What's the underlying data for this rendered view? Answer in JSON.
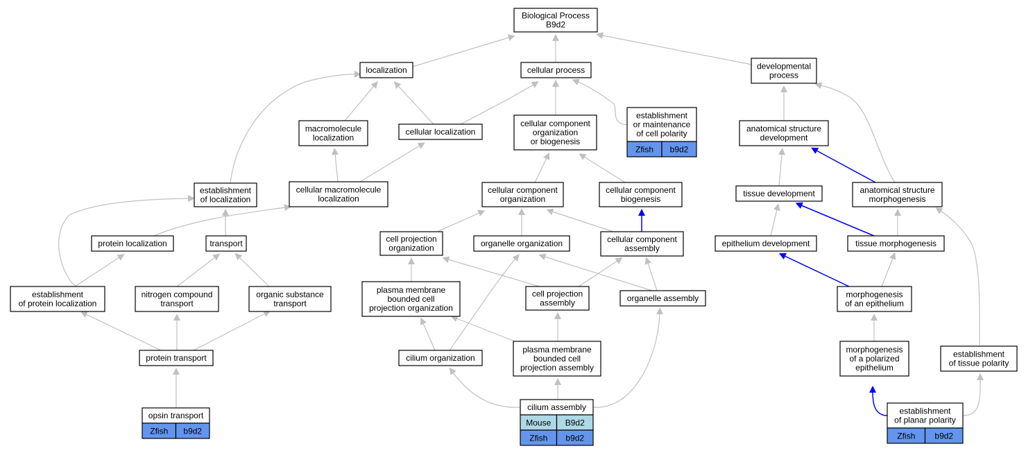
{
  "colors": {
    "edge_gray": "#c0c0c0",
    "edge_blue": "#0000ff",
    "node_border": "#000000",
    "zfish_fill": "#6495ed",
    "mouse_fill": "#add8e6"
  },
  "nodes": [
    {
      "id": "biological_process",
      "lines": [
        "Biological Process",
        "B9d2"
      ]
    },
    {
      "id": "localization",
      "lines": [
        "localization"
      ]
    },
    {
      "id": "cellular_process",
      "lines": [
        "cellular process"
      ]
    },
    {
      "id": "developmental_process",
      "lines": [
        "developmental",
        "process"
      ]
    },
    {
      "id": "macromolecule_localization",
      "lines": [
        "macromolecule",
        "localization"
      ]
    },
    {
      "id": "cellular_localization",
      "lines": [
        "cellular localization"
      ]
    },
    {
      "id": "ccob",
      "lines": [
        "cellular component",
        "organization",
        "or biogenesis"
      ]
    },
    {
      "id": "est_maint_polarity",
      "lines": [
        "establishment",
        "or maintenance",
        "of cell polarity"
      ]
    },
    {
      "id": "anat_struct_dev",
      "lines": [
        "anatomical structure",
        "development"
      ]
    },
    {
      "id": "est_localization",
      "lines": [
        "establishment",
        "of localization"
      ]
    },
    {
      "id": "cell_macro_loc",
      "lines": [
        "cellular macromolecule",
        "localization"
      ]
    },
    {
      "id": "cc_organization",
      "lines": [
        "cellular component",
        "organization"
      ]
    },
    {
      "id": "cc_biogenesis",
      "lines": [
        "cellular component",
        "biogenesis"
      ]
    },
    {
      "id": "tissue_dev",
      "lines": [
        "tissue development"
      ]
    },
    {
      "id": "anat_morph",
      "lines": [
        "anatomical structure",
        "morphogenesis"
      ]
    },
    {
      "id": "protein_loc",
      "lines": [
        "protein localization"
      ]
    },
    {
      "id": "transport",
      "lines": [
        "transport"
      ]
    },
    {
      "id": "cell_proj_org",
      "lines": [
        "cell projection",
        "organization"
      ]
    },
    {
      "id": "organelle_org",
      "lines": [
        "organelle organization"
      ]
    },
    {
      "id": "cc_assembly",
      "lines": [
        "cellular component",
        "assembly"
      ]
    },
    {
      "id": "epith_dev",
      "lines": [
        "epithelium development"
      ]
    },
    {
      "id": "tissue_morph",
      "lines": [
        "tissue morphogenesis"
      ]
    },
    {
      "id": "est_protein_loc",
      "lines": [
        "establishment",
        "of protein localization"
      ]
    },
    {
      "id": "nitrogen_transport",
      "lines": [
        "nitrogen compound",
        "transport"
      ]
    },
    {
      "id": "organic_transport",
      "lines": [
        "organic substance",
        "transport"
      ]
    },
    {
      "id": "pmbcpo",
      "lines": [
        "plasma membrane",
        "bounded cell",
        "projection organization"
      ]
    },
    {
      "id": "cell_proj_assembly",
      "lines": [
        "cell projection",
        "assembly"
      ]
    },
    {
      "id": "organelle_assembly",
      "lines": [
        "organelle assembly"
      ]
    },
    {
      "id": "morph_epith",
      "lines": [
        "morphogenesis",
        "of an epithelium"
      ]
    },
    {
      "id": "protein_transport",
      "lines": [
        "protein transport"
      ]
    },
    {
      "id": "cilium_org",
      "lines": [
        "cilium organization"
      ]
    },
    {
      "id": "pmbcpa",
      "lines": [
        "plasma membrane",
        "bounded cell",
        "projection assembly"
      ]
    },
    {
      "id": "morph_polarized",
      "lines": [
        "morphogenesis",
        "of a polarized",
        "epithelium"
      ]
    },
    {
      "id": "est_tissue_polarity",
      "lines": [
        "establishment",
        "of tissue polarity"
      ]
    },
    {
      "id": "opsin_transport",
      "lines": [
        "opsin transport"
      ]
    },
    {
      "id": "cilium_assembly",
      "lines": [
        "cilium assembly"
      ]
    },
    {
      "id": "est_planar_polarity",
      "lines": [
        "establishment",
        "of planar polarity"
      ]
    }
  ],
  "annotations": [
    {
      "node": "est_maint_polarity",
      "rows": [
        {
          "species": "Zfish",
          "gene": "b9d2",
          "color": "#6495ed"
        }
      ]
    },
    {
      "node": "opsin_transport",
      "rows": [
        {
          "species": "Zfish",
          "gene": "b9d2",
          "color": "#6495ed"
        }
      ]
    },
    {
      "node": "cilium_assembly",
      "rows": [
        {
          "species": "Mouse",
          "gene": "B9d2",
          "color": "#add8e6"
        },
        {
          "species": "Zfish",
          "gene": "b9d2",
          "color": "#6495ed"
        }
      ]
    },
    {
      "node": "est_planar_polarity",
      "rows": [
        {
          "species": "Zfish",
          "gene": "b9d2",
          "color": "#6495ed"
        }
      ]
    }
  ],
  "edges": [
    {
      "from": "localization",
      "to": "biological_process",
      "relation": "is_a"
    },
    {
      "from": "cellular_process",
      "to": "biological_process",
      "relation": "is_a"
    },
    {
      "from": "developmental_process",
      "to": "biological_process",
      "relation": "is_a"
    },
    {
      "from": "macromolecule_localization",
      "to": "localization",
      "relation": "is_a"
    },
    {
      "from": "cellular_localization",
      "to": "localization",
      "relation": "is_a"
    },
    {
      "from": "cellular_localization",
      "to": "cellular_process",
      "relation": "is_a"
    },
    {
      "from": "ccob",
      "to": "cellular_process",
      "relation": "is_a"
    },
    {
      "from": "est_maint_polarity",
      "to": "cellular_process",
      "relation": "is_a"
    },
    {
      "from": "anat_struct_dev",
      "to": "developmental_process",
      "relation": "is_a"
    },
    {
      "from": "anat_morph",
      "to": "developmental_process",
      "relation": "is_a"
    },
    {
      "from": "est_localization",
      "to": "localization",
      "relation": "is_a"
    },
    {
      "from": "cell_macro_loc",
      "to": "macromolecule_localization",
      "relation": "is_a"
    },
    {
      "from": "cell_macro_loc",
      "to": "cellular_localization",
      "relation": "is_a"
    },
    {
      "from": "cc_organization",
      "to": "ccob",
      "relation": "is_a"
    },
    {
      "from": "cc_biogenesis",
      "to": "ccob",
      "relation": "is_a"
    },
    {
      "from": "tissue_dev",
      "to": "anat_struct_dev",
      "relation": "is_a"
    },
    {
      "from": "anat_morph",
      "to": "anat_struct_dev",
      "relation": "part_of"
    },
    {
      "from": "protein_loc",
      "to": "cell_macro_loc",
      "relation": "is_a"
    },
    {
      "from": "transport",
      "to": "est_localization",
      "relation": "is_a"
    },
    {
      "from": "est_protein_loc",
      "to": "est_localization",
      "relation": "is_a"
    },
    {
      "from": "cell_proj_org",
      "to": "cc_organization",
      "relation": "is_a"
    },
    {
      "from": "organelle_org",
      "to": "cc_organization",
      "relation": "is_a"
    },
    {
      "from": "cc_assembly",
      "to": "cc_organization",
      "relation": "is_a"
    },
    {
      "from": "cc_assembly",
      "to": "cc_biogenesis",
      "relation": "part_of"
    },
    {
      "from": "epith_dev",
      "to": "tissue_dev",
      "relation": "is_a"
    },
    {
      "from": "tissue_morph",
      "to": "tissue_dev",
      "relation": "part_of"
    },
    {
      "from": "tissue_morph",
      "to": "anat_morph",
      "relation": "is_a"
    },
    {
      "from": "est_tissue_polarity",
      "to": "anat_morph",
      "relation": "is_a"
    },
    {
      "from": "est_protein_loc",
      "to": "protein_loc",
      "relation": "is_a"
    },
    {
      "from": "nitrogen_transport",
      "to": "transport",
      "relation": "is_a"
    },
    {
      "from": "organic_transport",
      "to": "transport",
      "relation": "is_a"
    },
    {
      "from": "pmbcpo",
      "to": "cell_proj_org",
      "relation": "is_a"
    },
    {
      "from": "cell_proj_assembly",
      "to": "cell_proj_org",
      "relation": "is_a"
    },
    {
      "from": "cell_proj_assembly",
      "to": "cc_assembly",
      "relation": "is_a"
    },
    {
      "from": "organelle_assembly",
      "to": "organelle_org",
      "relation": "is_a"
    },
    {
      "from": "organelle_assembly",
      "to": "cc_assembly",
      "relation": "is_a"
    },
    {
      "from": "morph_epith",
      "to": "epith_dev",
      "relation": "part_of"
    },
    {
      "from": "morph_epith",
      "to": "tissue_morph",
      "relation": "is_a"
    },
    {
      "from": "protein_transport",
      "to": "est_protein_loc",
      "relation": "is_a"
    },
    {
      "from": "protein_transport",
      "to": "nitrogen_transport",
      "relation": "is_a"
    },
    {
      "from": "protein_transport",
      "to": "organic_transport",
      "relation": "is_a"
    },
    {
      "from": "cilium_org",
      "to": "pmbcpo",
      "relation": "is_a"
    },
    {
      "from": "cilium_org",
      "to": "organelle_org",
      "relation": "is_a"
    },
    {
      "from": "pmbcpa",
      "to": "pmbcpo",
      "relation": "is_a"
    },
    {
      "from": "pmbcpa",
      "to": "cell_proj_assembly",
      "relation": "is_a"
    },
    {
      "from": "morph_polarized",
      "to": "morph_epith",
      "relation": "is_a"
    },
    {
      "from": "opsin_transport",
      "to": "protein_transport",
      "relation": "is_a"
    },
    {
      "from": "cilium_assembly",
      "to": "cilium_org",
      "relation": "is_a"
    },
    {
      "from": "cilium_assembly",
      "to": "pmbcpa",
      "relation": "is_a"
    },
    {
      "from": "cilium_assembly",
      "to": "organelle_assembly",
      "relation": "is_a"
    },
    {
      "from": "est_planar_polarity",
      "to": "morph_polarized",
      "relation": "part_of"
    },
    {
      "from": "est_planar_polarity",
      "to": "est_tissue_polarity",
      "relation": "is_a"
    }
  ]
}
